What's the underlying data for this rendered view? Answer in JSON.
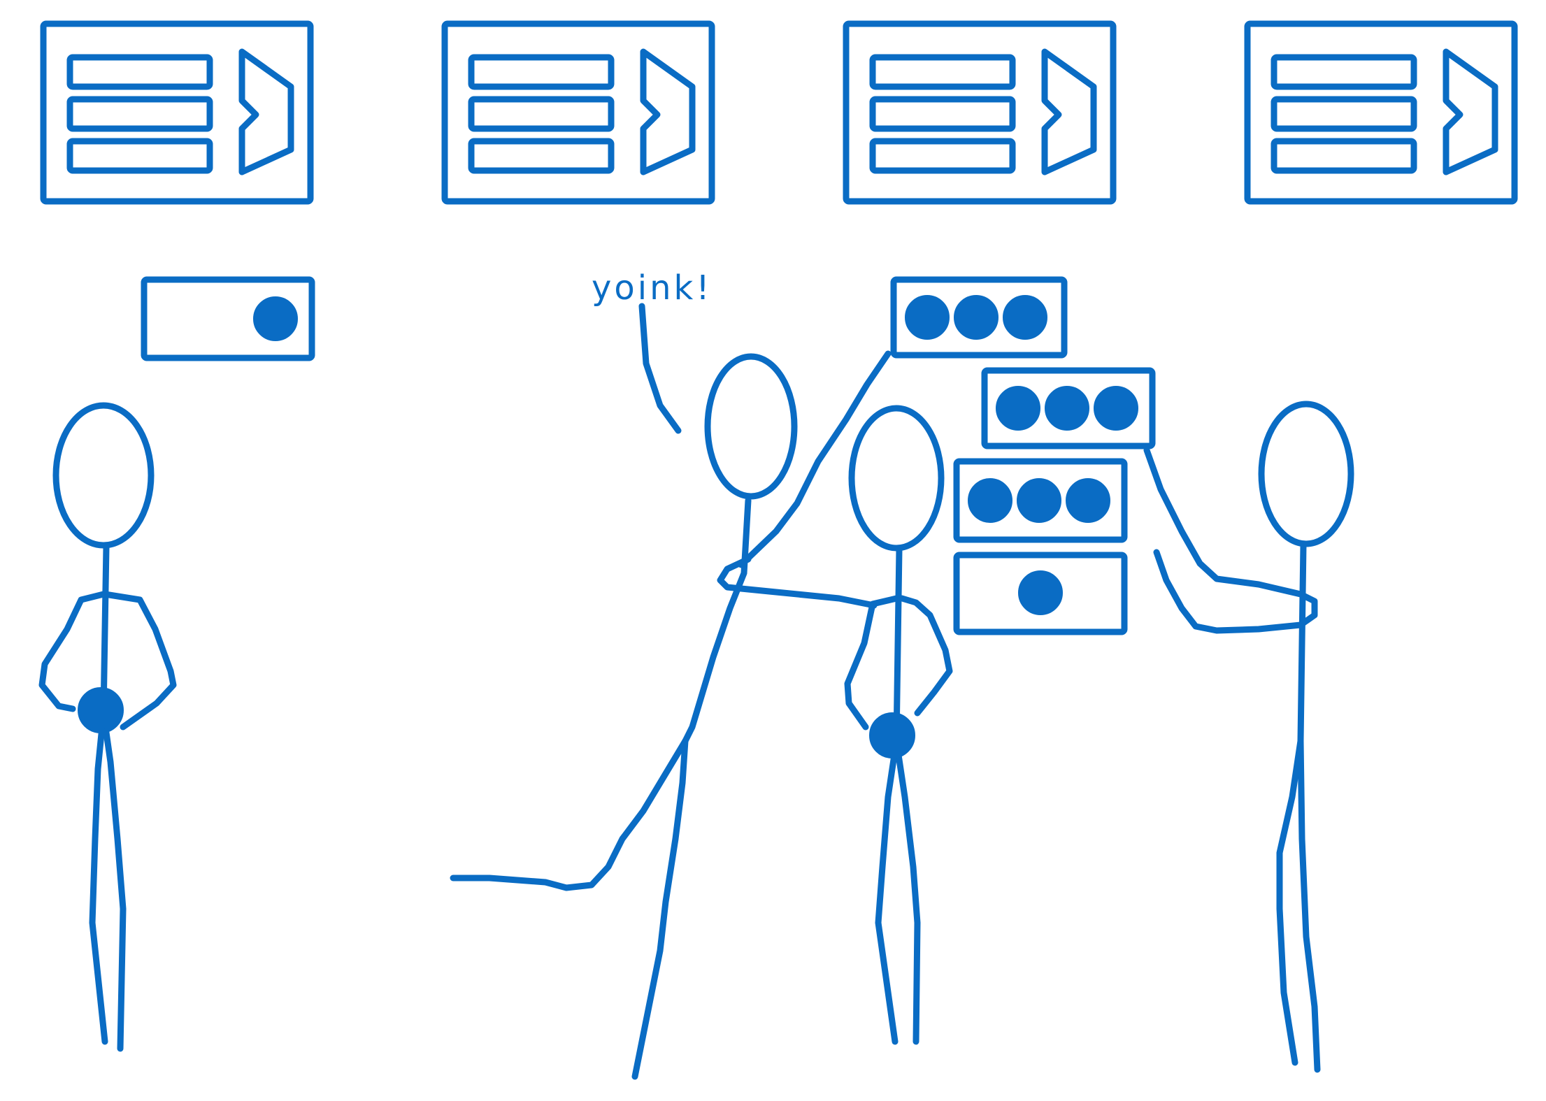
{
  "speech": {
    "exclamation": "yoink!"
  },
  "colors": {
    "ink": "#0a6cc4",
    "background": "#ffffff"
  },
  "queues": {
    "count": 4,
    "icon": "list-with-play-triangle-icon"
  },
  "people": [
    {
      "id": "worker-1",
      "holding_tokens": 1,
      "status_box_tokens": 1
    },
    {
      "id": "stealer",
      "holding_tokens": 0,
      "pulling_stack": true
    },
    {
      "id": "worker-2",
      "holding_tokens": 1
    },
    {
      "id": "worker-3",
      "holding_stack": true
    }
  ],
  "token_stack": {
    "box_token_counts": [
      3,
      3,
      3,
      1
    ]
  }
}
